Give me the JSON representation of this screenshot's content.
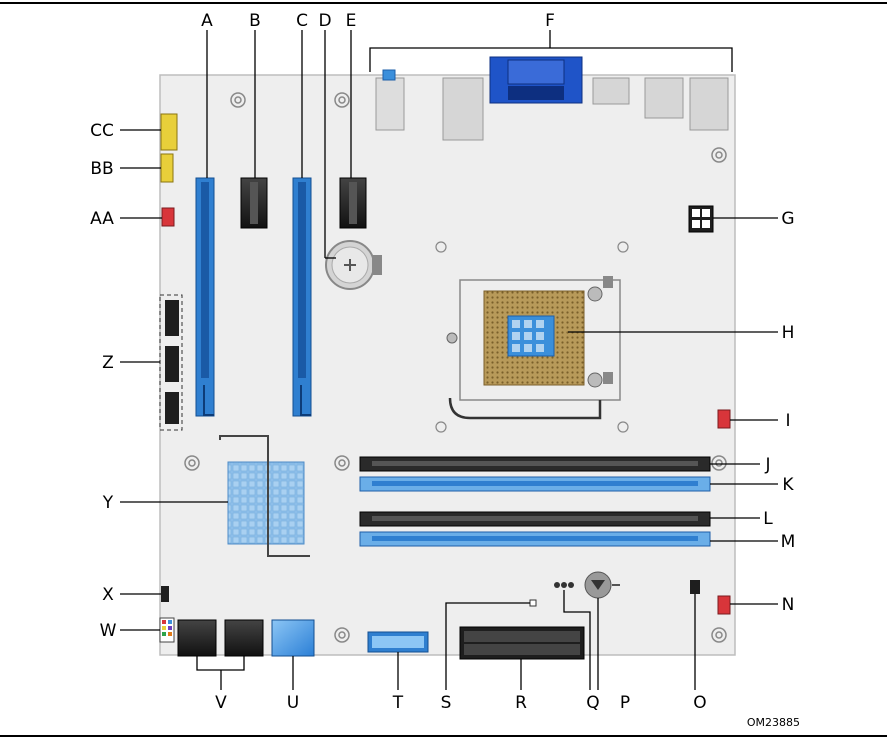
{
  "figure_id": "OM23885",
  "callouts": {
    "A": "A",
    "B": "B",
    "C": "C",
    "D": "D",
    "E": "E",
    "F": "F",
    "G": "G",
    "H": "H",
    "I": "I",
    "J": "J",
    "K": "K",
    "L": "L",
    "M": "M",
    "N": "N",
    "O": "O",
    "P": "P",
    "Q": "Q",
    "R": "R",
    "S": "S",
    "T": "T",
    "U": "U",
    "V": "V",
    "W": "W",
    "X": "X",
    "Y": "Y",
    "Z": "Z",
    "AA": "AA",
    "BB": "BB",
    "CC": "CC"
  },
  "colors": {
    "board": "#eeeeee",
    "board_edge": "#c8c8c8",
    "pcie_blue": "#2f7fd0",
    "connector_black": "#1e1e1e",
    "dimm_black": "#2a2a2a",
    "dimm_blue": "#6aaee8",
    "header_yellow": "#e8cf3a",
    "fan_red": "#d8353a",
    "vga_blue": "#1f54c8",
    "socket_gold": "#b89a5a",
    "chipset_blue": "#8fc0ea",
    "usb3_blue": "#3b8fdb"
  }
}
